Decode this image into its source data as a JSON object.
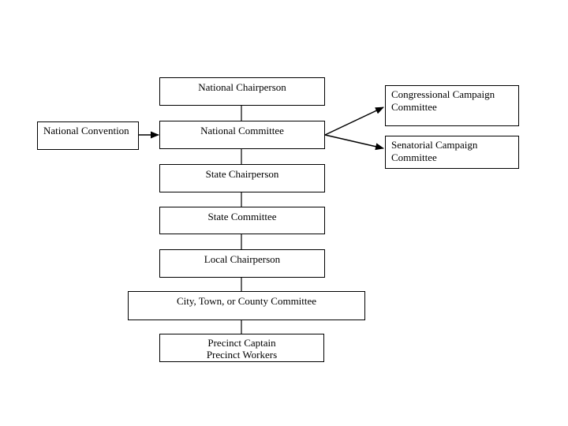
{
  "page": {
    "background_color": "#ffffff"
  },
  "diagram": {
    "type": "org-chart",
    "colors": {
      "box_border": "#000000",
      "box_fill": "#ffffff",
      "text": "#000000",
      "connector": "#000000"
    },
    "nodes": {
      "national_chairperson": {
        "label": "National Chairperson"
      },
      "national_convention": {
        "label": "National Convention"
      },
      "national_committee": {
        "label": "National Committee"
      },
      "congressional_campaign_committee": {
        "label": "Congressional Campaign Committee"
      },
      "senatorial_campaign_committee": {
        "label": "Senatorial Campaign Committee"
      },
      "state_chairperson": {
        "label": "State Chairperson"
      },
      "state_committee": {
        "label": "State Committee"
      },
      "local_chairperson": {
        "label": "Local Chairperson"
      },
      "city_town_or_county_committee": {
        "label": "City, Town, or County Committee"
      },
      "precinct_captain_workers": {
        "label": "Precinct Captain\nPrecinct Workers"
      }
    },
    "edges": [
      {
        "from": "national_convention",
        "to": "national_committee",
        "style": "arrow"
      },
      {
        "from": "national_committee",
        "to": "congressional_campaign_committee",
        "style": "arrow"
      },
      {
        "from": "national_committee",
        "to": "senatorial_campaign_committee",
        "style": "arrow"
      },
      {
        "from": "national_chairperson",
        "to": "national_committee",
        "style": "line"
      },
      {
        "from": "national_committee",
        "to": "state_chairperson",
        "style": "line"
      },
      {
        "from": "state_chairperson",
        "to": "state_committee",
        "style": "line"
      },
      {
        "from": "state_committee",
        "to": "local_chairperson",
        "style": "line"
      },
      {
        "from": "local_chairperson",
        "to": "city_town_or_county_committee",
        "style": "line"
      },
      {
        "from": "city_town_or_county_committee",
        "to": "precinct_captain_workers",
        "style": "line"
      }
    ]
  }
}
